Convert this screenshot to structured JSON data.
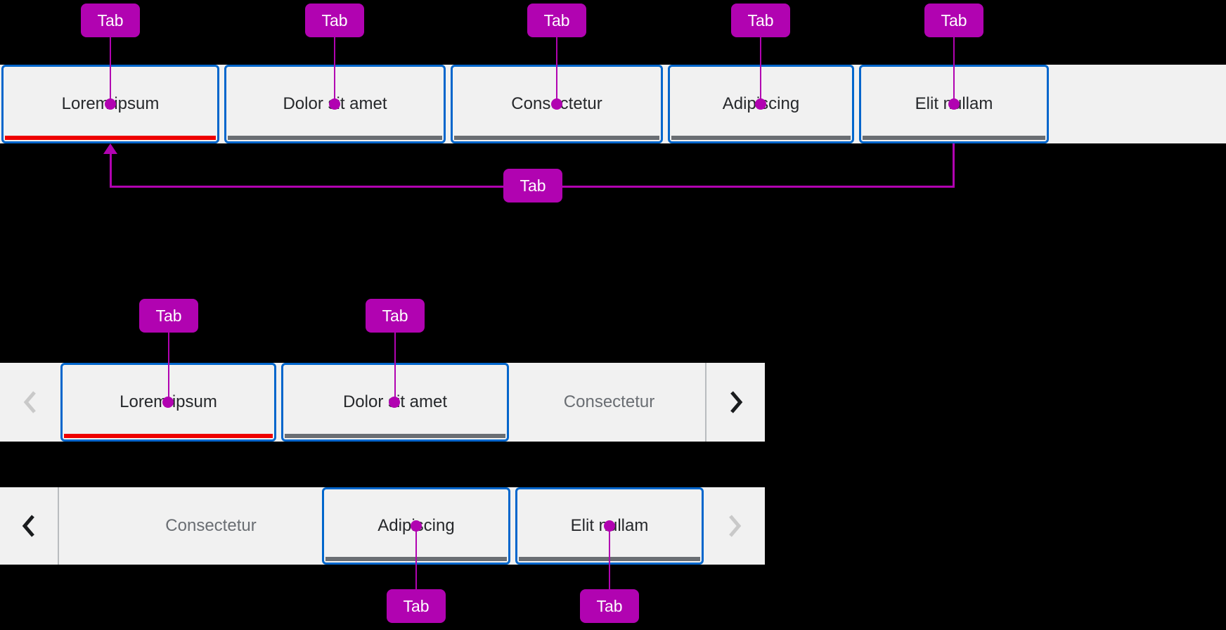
{
  "annotation_label": "Tab",
  "colors": {
    "background": "#000000",
    "bar_background": "#f1f1f1",
    "tab_border": "#0066cc",
    "selected_underline": "#ee0000",
    "unselected_underline": "#6a6e73",
    "tab_text": "#26282b",
    "inactive_tab_text": "#6a6e73",
    "annotation_magenta": "#b103b1",
    "chevron_enabled": "#1a1c1e",
    "chevron_disabled": "#c9c9c9",
    "separator": "#b9bcbf"
  },
  "top_bar": {
    "tabs": [
      {
        "label": "Lorem ipsum",
        "selected": true
      },
      {
        "label": "Dolor sit amet",
        "selected": false
      },
      {
        "label": "Consectetur",
        "selected": false
      },
      {
        "label": "Adipiscing",
        "selected": false
      },
      {
        "label": "Elit nullam",
        "selected": false
      }
    ]
  },
  "middle_bar": {
    "left_scroll": "disabled",
    "right_scroll": "enabled",
    "tabs": [
      {
        "label": "Lorem ipsum",
        "selected": true
      },
      {
        "label": "Dolor sit amet",
        "selected": false
      },
      {
        "label": "Consectetur",
        "selected": false,
        "state": "partially-scrolled-out"
      }
    ]
  },
  "bottom_bar": {
    "left_scroll": "enabled",
    "right_scroll": "disabled",
    "tabs": [
      {
        "label": "Consectetur",
        "selected": false,
        "state": "partially-scrolled-out"
      },
      {
        "label": "Adipiscing",
        "selected": false
      },
      {
        "label": "Elit nullam",
        "selected": false
      }
    ]
  }
}
